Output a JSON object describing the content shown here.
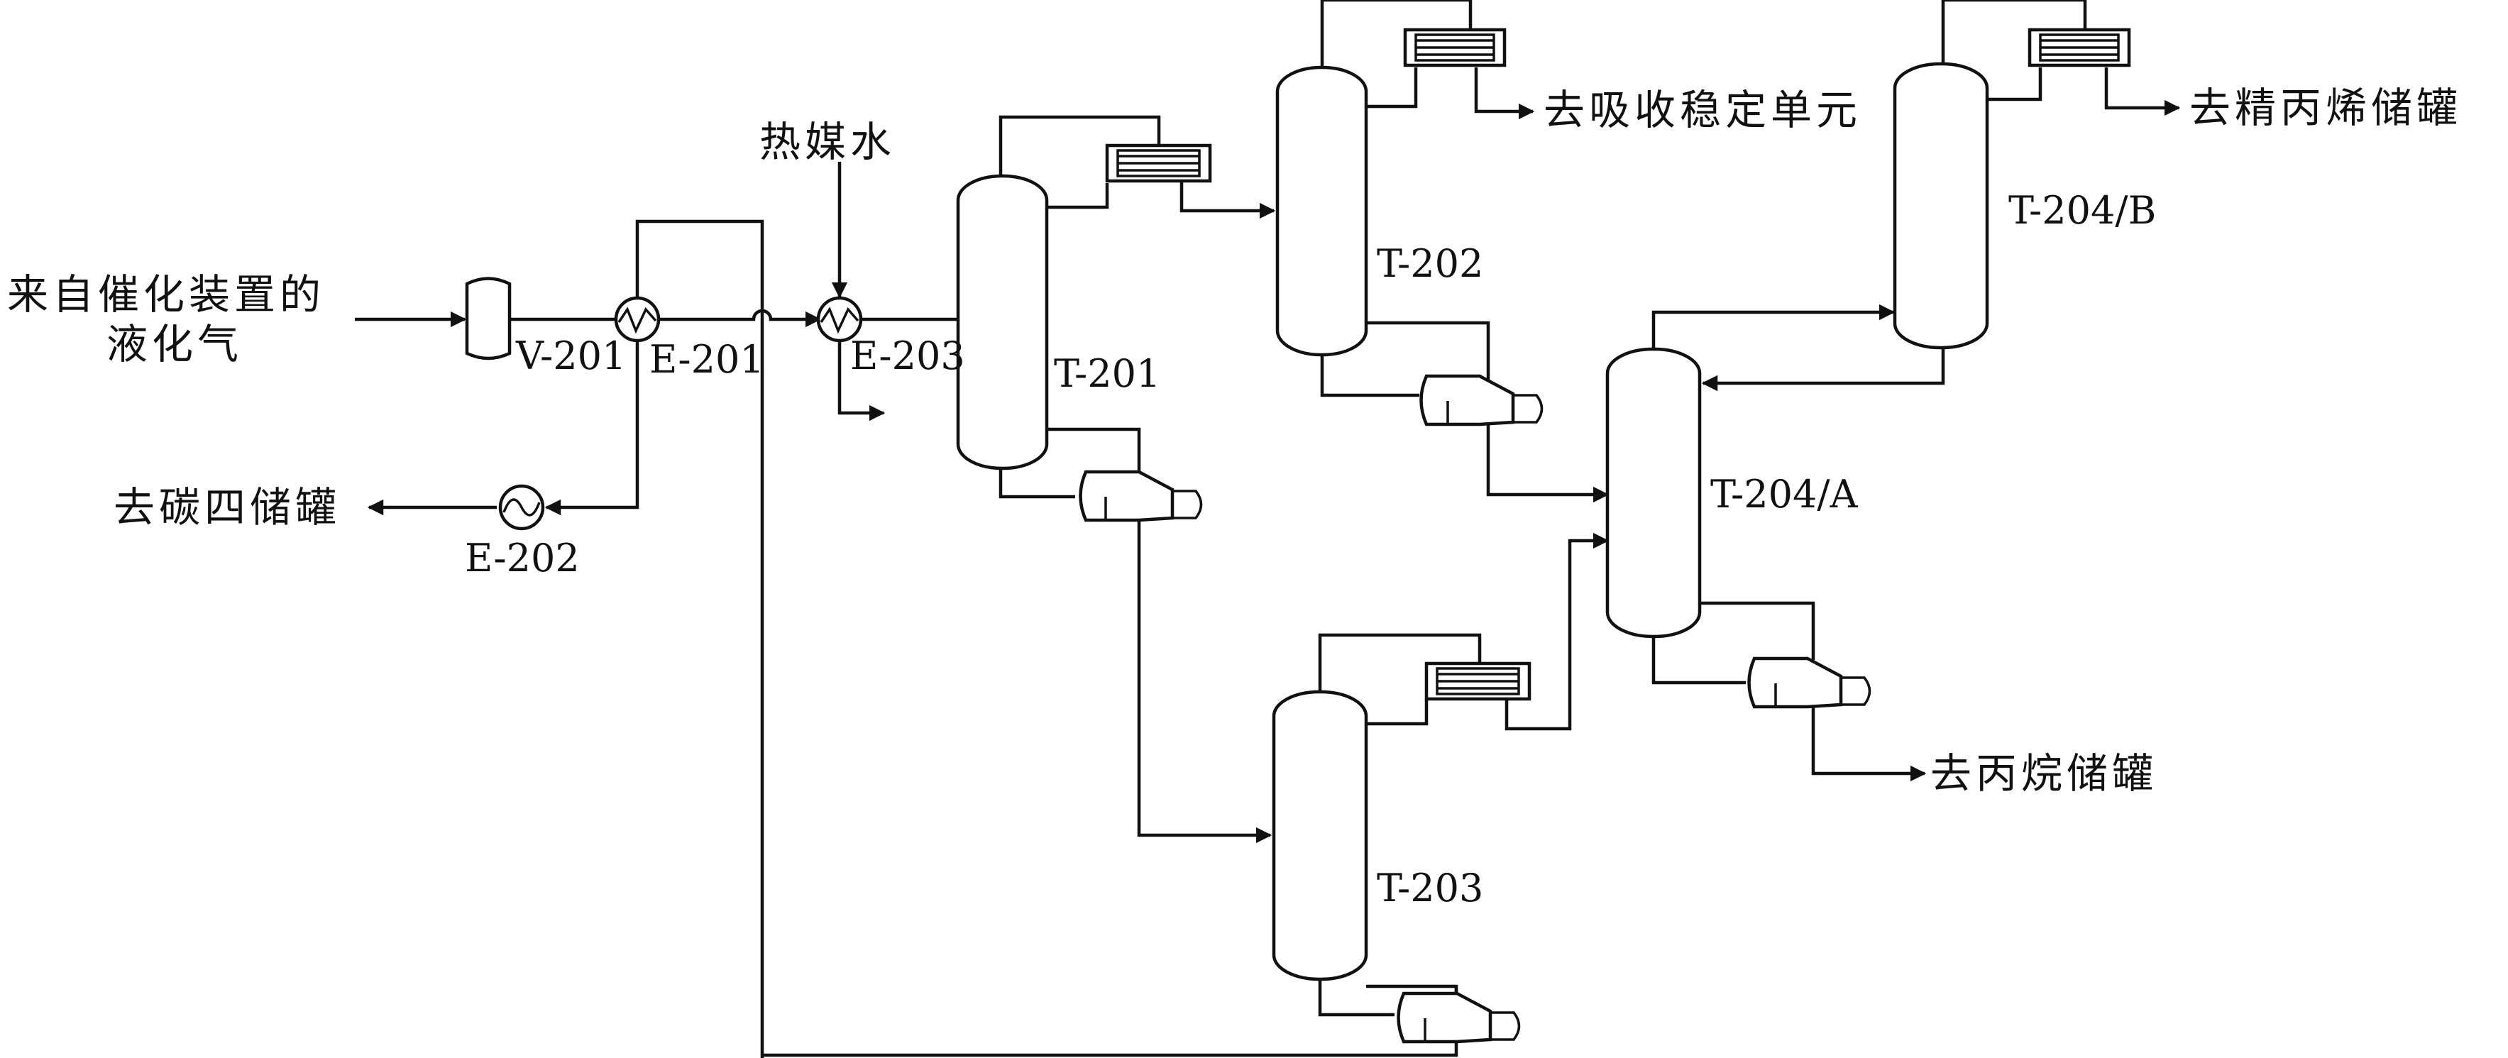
{
  "labels": {
    "feed_line1": "来自催化装置的",
    "feed_line2": "液化气",
    "hot_water": "热媒水",
    "to_c4_tank": "去碳四储罐",
    "to_absorption": "去吸收稳定单元",
    "to_propylene_tank": "去精丙烯储罐",
    "to_propane_tank": "去丙烷储罐"
  },
  "equipment": {
    "v201": "V-201",
    "e201": "E-201",
    "e202": "E-202",
    "e203": "E-203",
    "t201": "T-201",
    "t202": "T-202",
    "t203": "T-203",
    "t204a": "T-204/A",
    "t204b": "T-204/B"
  },
  "colors": {
    "line": "#111111",
    "background": "#ffffff"
  }
}
